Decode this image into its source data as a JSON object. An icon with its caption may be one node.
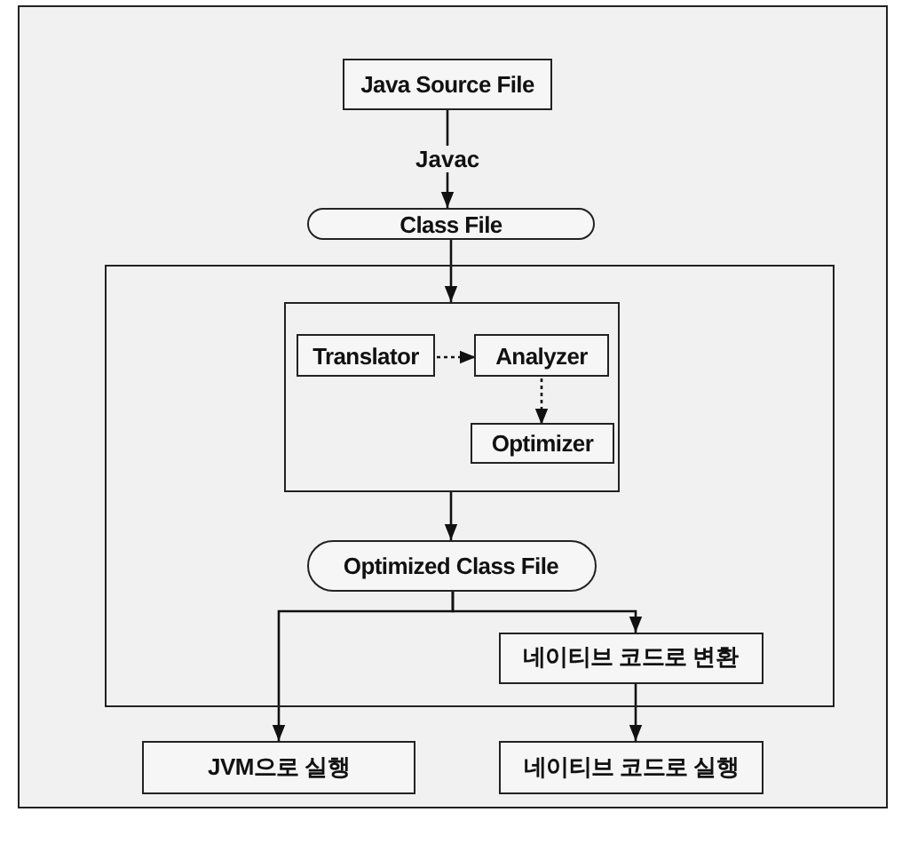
{
  "diagram": {
    "nodes": [
      {
        "text": [
          "Java Source File"
        ]
      },
      {
        "text": [
          "Class File"
        ]
      },
      {
        "text": [],
        "shape": "box"
      },
      {
        "text": [],
        "shape": "box",
        "in": 2
      },
      {
        "text": [
          "Translator"
        ],
        "in": 3
      },
      {
        "text": [
          "Analyzer"
        ],
        "in": 3
      },
      {
        "text": [
          "Optimizer"
        ],
        "in": 3
      },
      {
        "text": [
          "Optimized Class File"
        ],
        "in": 2
      },
      {
        "text": [
          "네이티브 코드로 변환"
        ],
        "in": 2
      },
      {
        "text": [
          "JVM으로 실행"
        ]
      },
      {
        "text": [
          "네이티브 코드로 실행"
        ]
      }
    ],
    "edges": [
      {
        "from": 0,
        "to": 1,
        "arrow": "to",
        "label": "Javac"
      },
      {
        "from": 1,
        "to": 3,
        "arrow": "to"
      },
      {
        "from": 4,
        "to": 5,
        "arrow": "to",
        "style": "dashed"
      },
      {
        "from": 5,
        "to": 6,
        "arrow": "to",
        "style": "dashed"
      },
      {
        "from": 3,
        "to": 7,
        "arrow": "to"
      },
      {
        "from": 7,
        "to": 9,
        "arrow": "to"
      },
      {
        "from": 7,
        "to": 8,
        "arrow": "to"
      },
      {
        "from": 8,
        "to": 10,
        "arrow": "to"
      }
    ]
  }
}
